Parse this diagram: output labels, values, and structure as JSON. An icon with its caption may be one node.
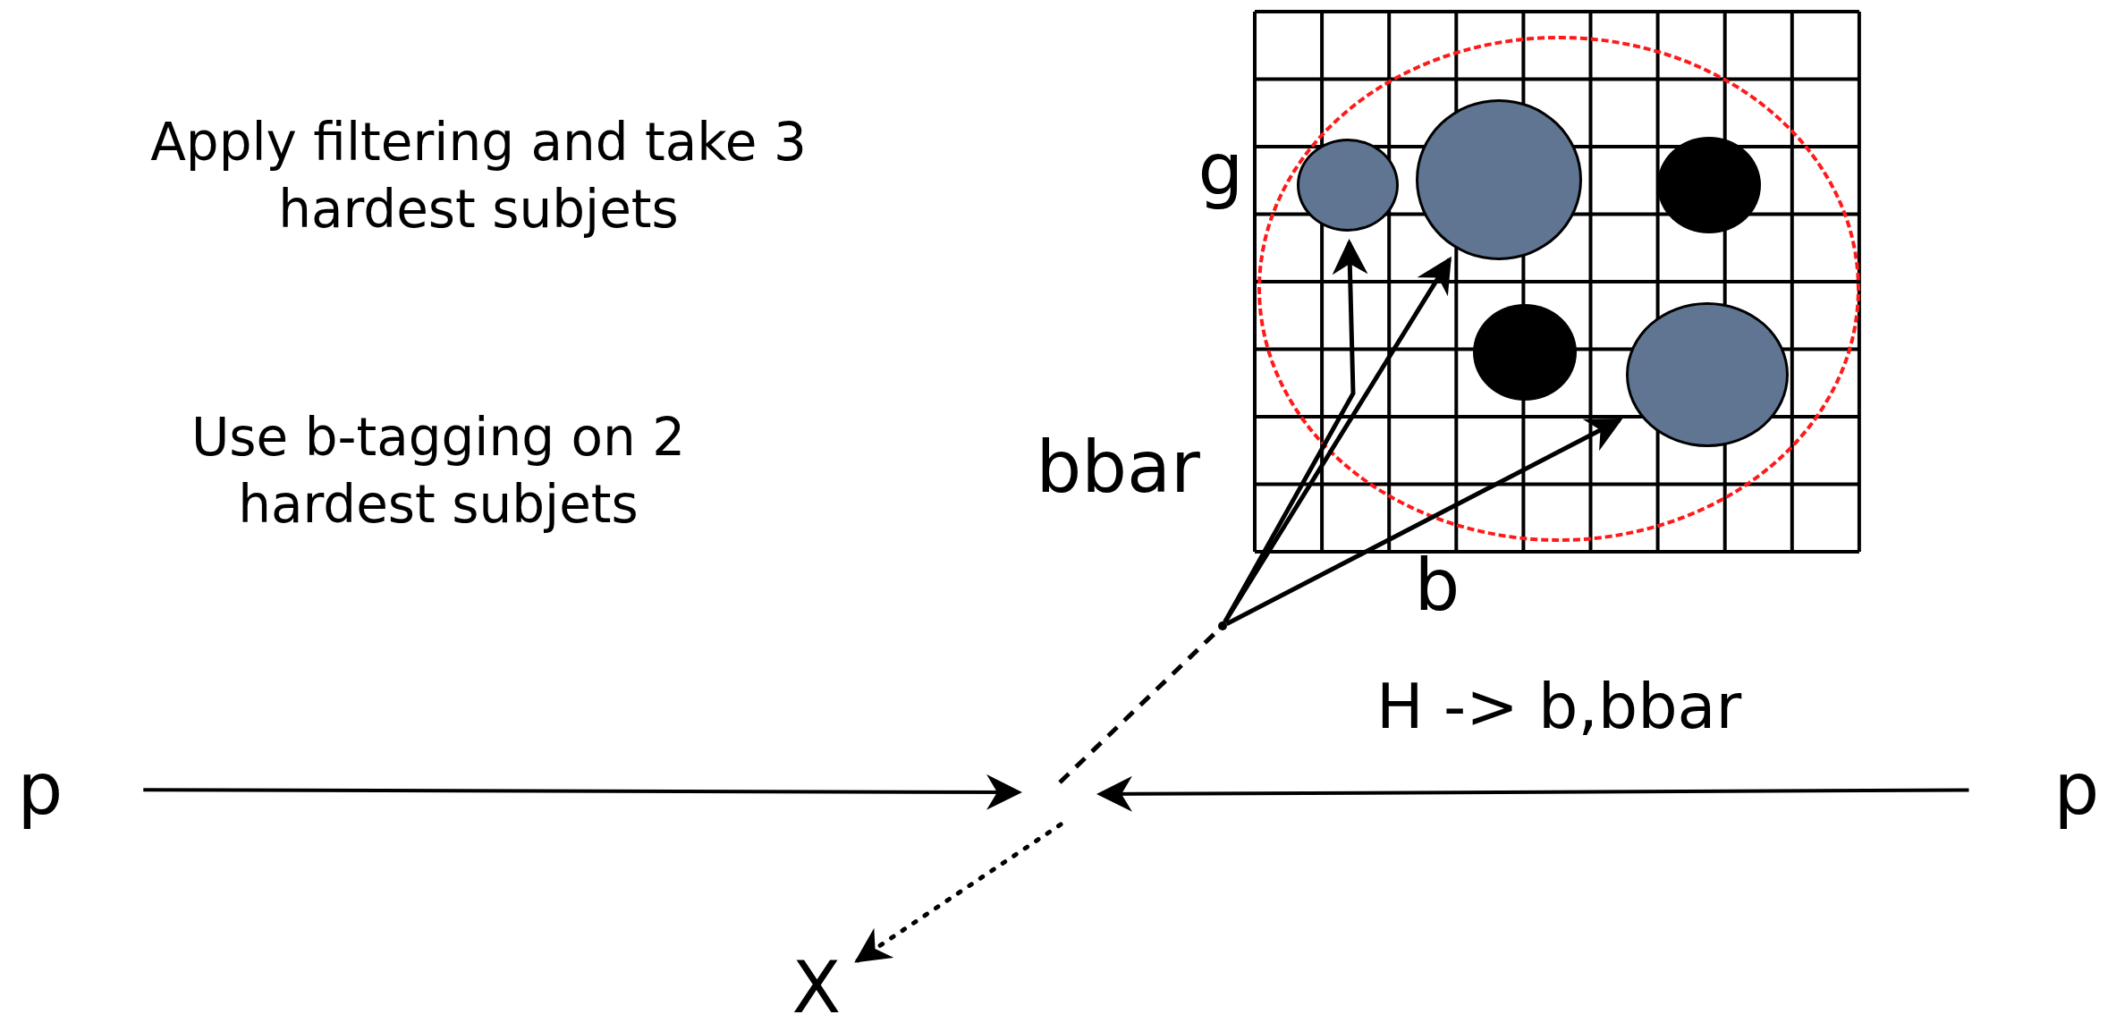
{
  "diagram": {
    "nodes": [
      {
        "text": [
          "p"
        ]
      },
      {
        "text": [
          "p"
        ]
      },
      {
        "text": [
          "X"
        ]
      },
      {
        "text": [],
        "shape": "point"
      },
      {
        "text": [],
        "shape": "circle"
      },
      {
        "text": [],
        "shape": "circle",
        "in": 4
      },
      {
        "text": [],
        "shape": "circle",
        "in": 4
      },
      {
        "text": [],
        "shape": "circle",
        "in": 4
      },
      {
        "text": [],
        "shape": "circle",
        "in": 4
      },
      {
        "text": [],
        "shape": "circle",
        "in": 4
      }
    ],
    "edges": [
      {
        "from": 0,
        "to": null,
        "arrow": "to"
      },
      {
        "from": 1,
        "to": null,
        "arrow": "to"
      },
      {
        "from": null,
        "to": 3,
        "arrow": "none",
        "style": "dashed"
      },
      {
        "from": null,
        "to": 2,
        "arrow": "to",
        "style": "dashed"
      },
      {
        "from": 3,
        "to": 6,
        "arrow": "to"
      },
      {
        "from": 3,
        "to": 5,
        "arrow": "to"
      },
      {
        "from": 3,
        "to": 9,
        "arrow": "to"
      }
    ],
    "labels": [
      "Apply filtering and take 3 hardest subjets",
      "Use b-tagging on 2 hardest subjets",
      "g",
      "bbar",
      "b",
      "H -> b,bbar"
    ]
  }
}
